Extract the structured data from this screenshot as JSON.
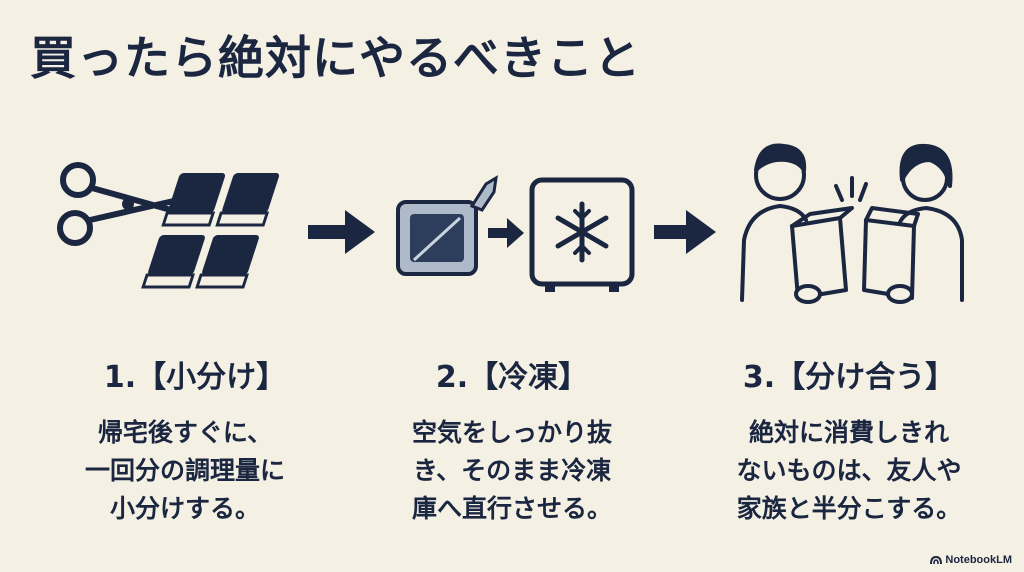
{
  "title": "買ったら絶対にやるべきこと",
  "steps": [
    {
      "title": "1.【小分け】",
      "lines": [
        "帰宅後すぐに、",
        "一回分の調理量に",
        "小分けする。"
      ]
    },
    {
      "title": "2.【冷凍】",
      "lines": [
        "空気をしっかり抜",
        "き、そのまま冷凍",
        "庫へ直行させる。"
      ]
    },
    {
      "title": "3.【分け合う】",
      "lines": [
        "絶対に消費しきれ",
        "ないものは、友人や",
        "家族と半分こする。"
      ]
    }
  ],
  "icons": [
    "scissors-icon",
    "cut-blocks-icon",
    "arrow-right-icon",
    "vacuum-bag-icon",
    "freezer-icon",
    "snowflake-icon",
    "people-sharing-boxes-icon"
  ],
  "colors": {
    "navy": "#1b2640",
    "background": "#f4f0e4"
  },
  "brand": "NotebookLM"
}
